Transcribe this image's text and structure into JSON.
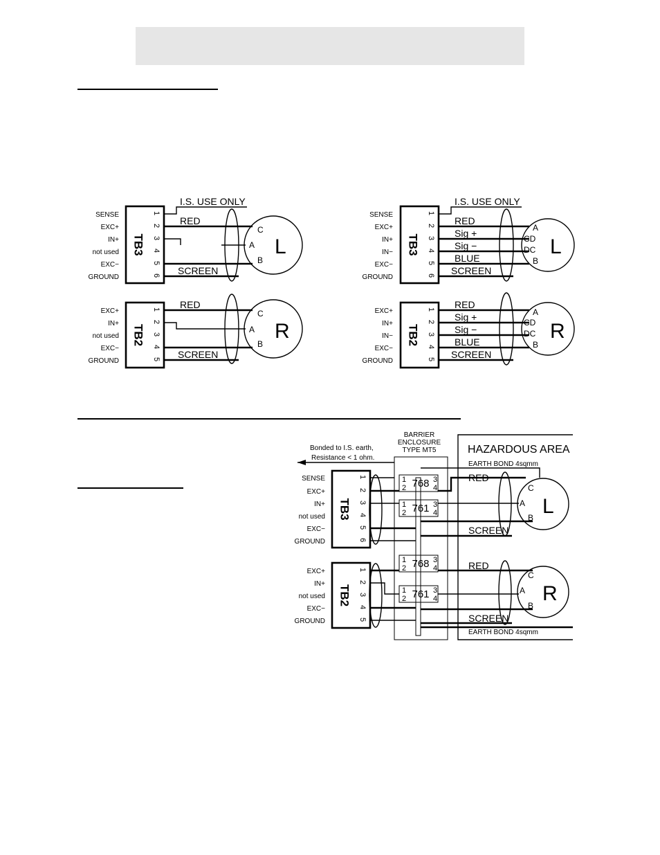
{
  "header": {
    "title": ""
  },
  "terminal_blocks": {
    "tb3": {
      "name": "TB3",
      "pins": [
        "1",
        "2",
        "3",
        "4",
        "5",
        "6"
      ],
      "signals_4wire": [
        "SENSE",
        "EXC+",
        "IN+",
        "not used",
        "EXC−",
        "GROUND"
      ],
      "signals_6wire": [
        "SENSE",
        "EXC+",
        "IN+",
        "IN−",
        "EXC−",
        "GROUND"
      ]
    },
    "tb2": {
      "name": "TB2",
      "pins": [
        "1",
        "2",
        "3",
        "4",
        "5"
      ],
      "signals_4wire": [
        "EXC+",
        "IN+",
        "not used",
        "EXC−",
        "GROUND"
      ],
      "signals_6wire": [
        "EXC+",
        "IN+",
        "IN−",
        "EXC−",
        "GROUND"
      ]
    }
  },
  "labels": {
    "is_use_only": "I.S. USE ONLY",
    "red": "RED",
    "screen": "SCREEN",
    "sig_plus": "Sig  +",
    "sig_minus": "Sig  −",
    "blue": "BLUE",
    "left": "L",
    "right": "R",
    "conn_a": "A",
    "conn_b": "B",
    "conn_c": "C",
    "conn_d": "D",
    "conn_cd": "CD",
    "conn_dc": "DC"
  },
  "barrier": {
    "enclosure": [
      "BARRIER",
      "ENCLOSURE",
      "TYPE MT5"
    ],
    "bond_line1": "Bonded to I.S. earth,",
    "bond_line2": "Resistance < 1 ohm.",
    "hazardous": "HAZARDOUS AREA",
    "earth_bond": "EARTH BOND 4sqmm",
    "barrier_a": "768",
    "barrier_b": "761",
    "bp1": "1",
    "bp2": "2",
    "bp3": "3",
    "bp4": "4"
  },
  "colors": {
    "line": "#000000",
    "header_bar": "#e6e6e6"
  }
}
